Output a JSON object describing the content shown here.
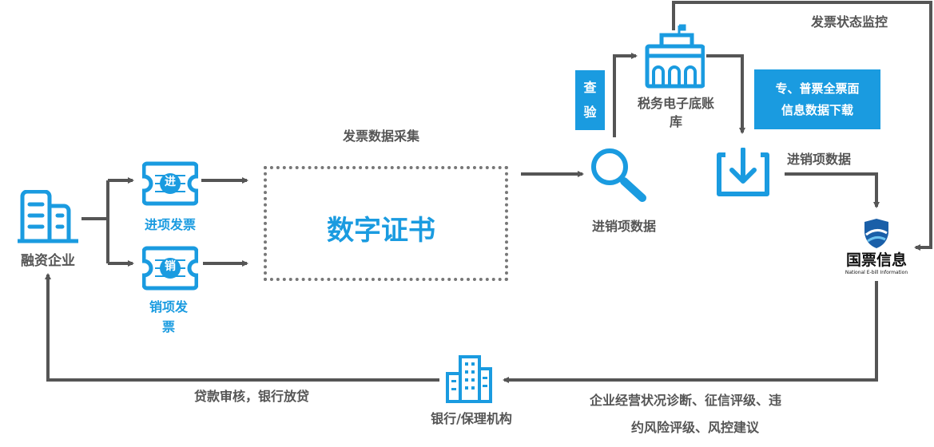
{
  "nodes": {
    "enterprise": "融资企业",
    "input_invoice": "进项发票",
    "input_invoice_badge": "进",
    "output_invoice_line1": "销项发",
    "output_invoice_line2": "票",
    "output_invoice_badge": "销",
    "collection_label": "发票数据采集",
    "certificate": "数字证书",
    "search_label": "进销项数据",
    "verify_line1": "查",
    "verify_line2": "验",
    "tax_db_line1": "税务电子底账",
    "tax_db_line2": "库",
    "download_box_line1": "专、普票全票面",
    "download_box_line2": "信息数据下载",
    "download_label": "进销项数据",
    "monitor_label": "发票状态监控",
    "guopiao_name": "国票信息",
    "guopiao_en": "National E-bill Information",
    "bank": "银行/保理机构",
    "loan_label": "贷款审核，银行放贷",
    "diagnosis_line1": "企业经营状况诊断、征信评级、违",
    "diagnosis_line2": "约风险评级、风控建议"
  },
  "colors": {
    "accent": "#1a9be0",
    "arrow": "#555555",
    "text": "#555555"
  }
}
